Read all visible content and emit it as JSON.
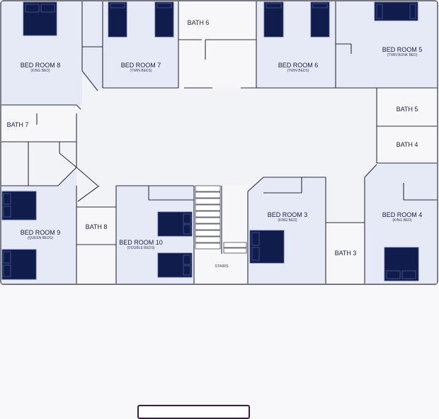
{
  "rooms": {
    "bed8": {
      "label": "BED ROOM 8",
      "sub": "(KING BED)"
    },
    "bed7": {
      "label": "BED ROOM 7",
      "sub": "(TWIN BEDS)"
    },
    "bath6": {
      "label": "BATH 6"
    },
    "bed6": {
      "label": "BED ROOM 6",
      "sub": "(TWIN BEDS)"
    },
    "bed5": {
      "label": "BED ROOM 5",
      "sub": "(TWIN BUNK BED)"
    },
    "bath7": {
      "label": "BATH 7"
    },
    "bath5": {
      "label": "BATH 5"
    },
    "bath4": {
      "label": "BATH 4"
    },
    "bed9": {
      "label": "BED ROOM 9",
      "sub": "(QUEEN BEDS)"
    },
    "bath8": {
      "label": "BATH 8"
    },
    "bed10": {
      "label": "BED ROOM 10",
      "sub": "(DOUBLE BEDS)"
    },
    "stairs": {
      "label": "STAIRS"
    },
    "bed3": {
      "label": "BED ROOM 3",
      "sub": "(KING BED)"
    },
    "bath3": {
      "label": "BATH 3"
    },
    "bed4": {
      "label": "BED ROOM 4",
      "sub": "(KING BED)"
    }
  },
  "colors": {
    "bedroom_fill": "#e6e9f6",
    "bath_fill": "#f7f7fa",
    "corridor_fill": "#f2f3f7",
    "wall": "#2b2d3f",
    "bed": "#101c4c",
    "pillow": "#4a5890"
  }
}
